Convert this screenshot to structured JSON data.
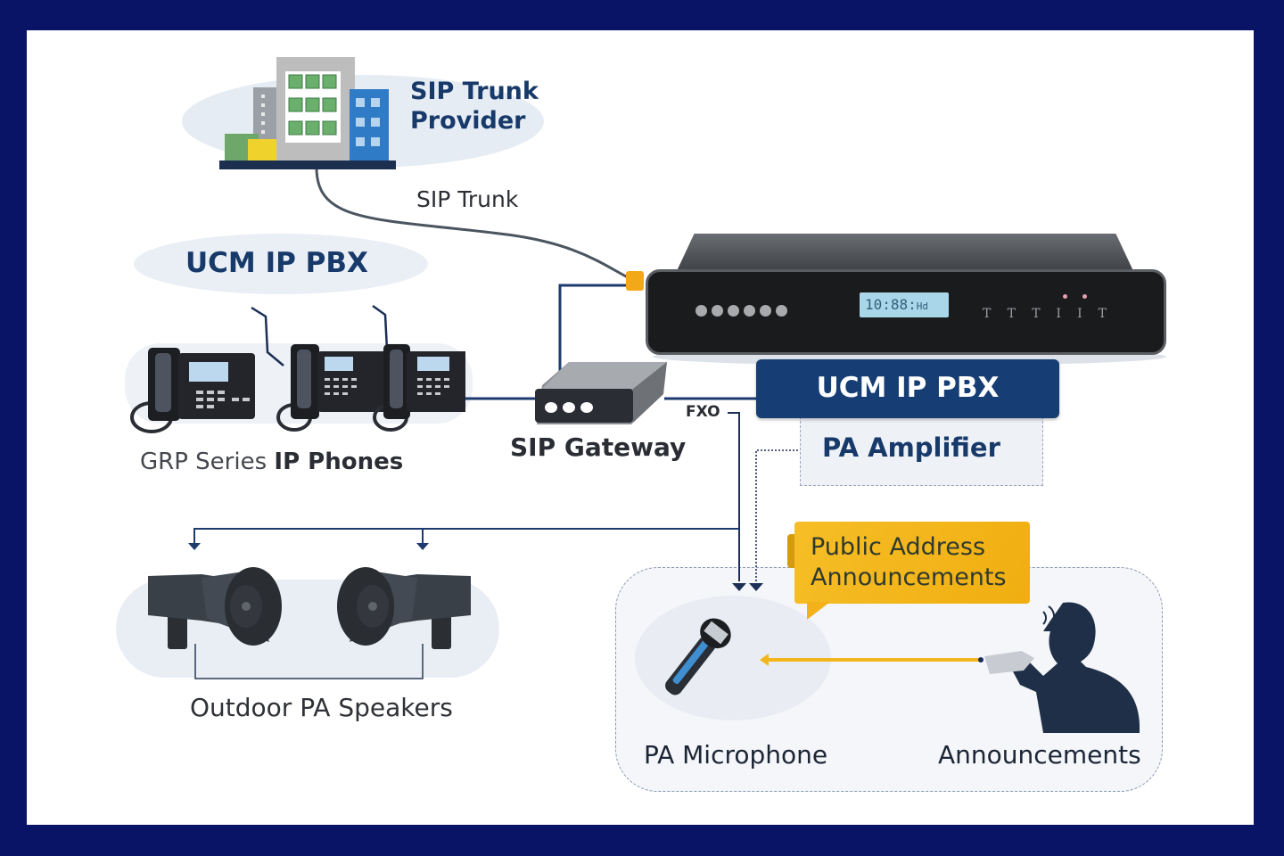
{
  "diagram": {
    "title": "UCM IP PBX Public Address Setup",
    "colors": {
      "frame": "#0a1466",
      "navy": "#173a6a",
      "banner": "#163e74",
      "accent_yellow": "#f2b51b",
      "line_dark": "#1c2f55",
      "cable_gray": "#4a5560"
    },
    "nodes": {
      "sip_provider": {
        "label_line1": "SIP Trunk",
        "label_line2": "Provider",
        "icon": "building-icon"
      },
      "sip_trunk": {
        "label": "SIP Trunk"
      },
      "ucm_heading": {
        "label": "UCM IP PBX"
      },
      "pbx_device": {
        "lcd_text": "10:88:",
        "lcd_suffix": "Hd",
        "icon": "pbx-appliance-icon"
      },
      "ucm_banner": {
        "label": "UCM IP PBX"
      },
      "pa_amplifier": {
        "label": "PA Amplifier"
      },
      "phones": {
        "label_regular": "GRP Series ",
        "label_bold": "IP Phones",
        "icon": "desk-phone-icon",
        "count": 3
      },
      "sip_gateway": {
        "label": "SIP Gateway",
        "icon": "gateway-box-icon"
      },
      "fxo": {
        "label": "FXO"
      },
      "speakers": {
        "label": "Outdoor PA Speakers",
        "icon": "horn-speaker-icon",
        "count": 2
      },
      "callout": {
        "line1": "Public Address",
        "line2": "Announcements"
      },
      "pa_microphone": {
        "label": "PA Microphone",
        "icon": "microphone-icon"
      },
      "announcer": {
        "label": "Announcements",
        "icon": "person-speaking-icon"
      }
    }
  }
}
